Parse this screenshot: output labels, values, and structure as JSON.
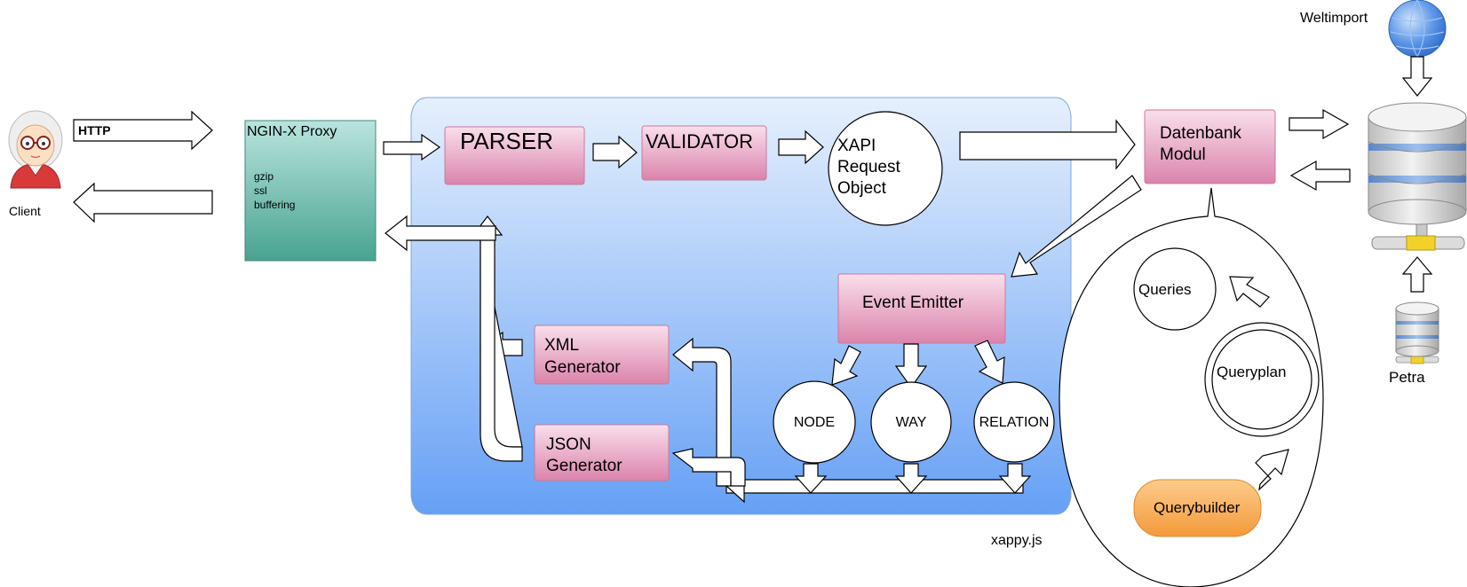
{
  "client": {
    "label": "Client",
    "protocol": "HTTP"
  },
  "proxy": {
    "title": "NGIN-X  Proxy",
    "features": [
      "gzip",
      "ssl",
      "buffering"
    ]
  },
  "app": {
    "name": "xappy.js",
    "parser": "PARSER",
    "validator": "VALIDATOR",
    "request_object": [
      "XAPI",
      "Request",
      "Object"
    ],
    "event_emitter": "Event Emitter",
    "entities": [
      "NODE",
      "WAY",
      "RELATION"
    ],
    "xml_generator": [
      "XML",
      "Generator"
    ],
    "json_generator": [
      "JSON",
      "Generator"
    ]
  },
  "database_module": {
    "label": [
      "Datenbank",
      "Modul"
    ],
    "queries": "Queries",
    "queryplan": "Queryplan",
    "querybuilder": "Querybuilder"
  },
  "world_import": {
    "label": "Weltimport",
    "icon": "globe-icon"
  },
  "main_database": {
    "icon": "database-server-icon"
  },
  "petra": {
    "label": "Petra",
    "icon": "database-icon"
  },
  "colors": {
    "app_gradient_top": "#e3eefc",
    "app_gradient_bottom": "#6aa2f5",
    "proxy_top": "#b6e3dc",
    "proxy_bottom": "#4aa592",
    "pink_top": "#f8dbe8",
    "pink_bottom": "#dc87ad",
    "querybuilder": "#f9a850"
  }
}
